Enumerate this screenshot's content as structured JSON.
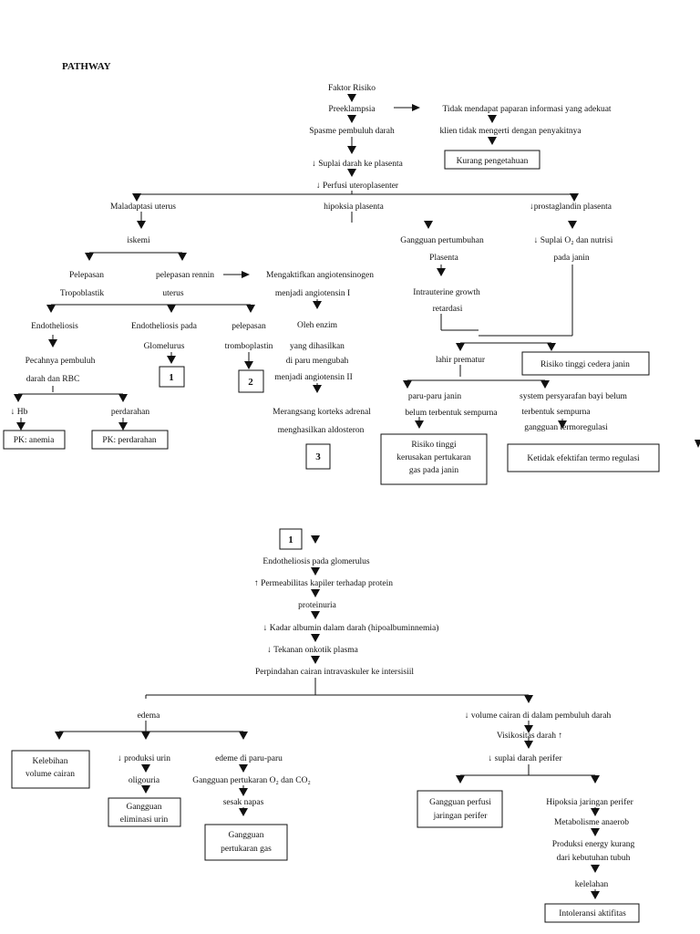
{
  "title": "PATHWAY",
  "nodes": {
    "n1": "Faktor Risiko",
    "n2": "Preeklampsia",
    "n3": "Tidak mendapat paparan informasi yang adekuat",
    "n4": "klien tidak mengerti dengan penyakitnya",
    "n5": "Kurang pengetahuan",
    "n6": "Spasme pembuluh darah",
    "n7": "↓ Suplai darah ke plasenta",
    "n8": "↓ Perfusi uteroplasenter",
    "n9": "Maladaptasi uterus",
    "n10": "hipoksia plasenta",
    "n11": "↓prostaglandin plasenta",
    "n12": "iskemi",
    "n13a": "Pelepasan",
    "n13b": "Tropoblastik",
    "n14a": "pelepasan rennin",
    "n14b": "uterus",
    "n15a": "Mengaktifkan angiotensinogen",
    "n15b": "menjadi angiotensin I",
    "n16": "Endotheliosis",
    "n17a": "Endotheliosis pada",
    "n17b": "Glomelurus",
    "n18a": "pelepasan",
    "n18b": "tromboplastin",
    "n19a": "Oleh enzim",
    "n19b": "yang dihasilkan",
    "n19c": "di paru mengubah",
    "n19d": "menjadi angiotensin II",
    "n20a": "Pecahnya pembuluh",
    "n20b": "darah dan RBC",
    "n21": "↓ Hb",
    "n22": "perdarahan",
    "n23": "PK: anemia",
    "n24": "PK: perdarahan",
    "n25a": "Merangsang korteks adrenal",
    "n25b": "menghasilkan aldosteron",
    "n26a": "Gangguan pertumbuhan",
    "n26b": "Plasenta",
    "n27a": "Intrauterine growth",
    "n27b": "retardasi",
    "n28a": "↓ Suplai O₂  dan nutrisi",
    "n28b": "pada janin",
    "n29": "lahir prematur",
    "n30": "Risiko tinggi cedera janin",
    "n31a": "paru-paru janin",
    "n31b": "belum terbentuk sempurna",
    "n32a": "system persyarafan bayi belum",
    "n32b": "terbentuk sempurna",
    "n32c": "gangguan termoregulasi",
    "n33a": "Risiko tinggi",
    "n33b": "kerusakan pertukaran",
    "n33c": "gas pada janin",
    "n34": "Ketidak efektifan termo regulasi",
    "c1": "1",
    "c2": "2",
    "c3": "3",
    "c1b": "1",
    "m1": "Endotheliosis pada glomerulus",
    "m2": "↑ Permeabilitas kapiler terhadap protein",
    "m3": "proteinuria",
    "m4": "↓ Kadar albumin dalam darah (hipoalbuminnemia)",
    "m5": "↓ Tekanan onkotik plasma",
    "m6": "Perpindahan  cairan intravaskuler ke intersisiil",
    "m7": "edema",
    "m8": "↓ volume cairan di dalam pembuluh darah",
    "m9a": "Kelebihan",
    "m9b": "volume cairan",
    "m10": "↓ produksi urin",
    "m11": "oligouria",
    "m12a": "Gangguan",
    "m12b": "eliminasi urin",
    "m13": "edeme di paru-paru",
    "m14": "Gangguan pertukaran O₂ dan CO₂",
    "m15": "sesak napas",
    "m16a": "Gangguan",
    "m16b": "pertukaran gas",
    "m17": "Visikositas darah ↑",
    "m18": "↓ suplai darah perifer",
    "m19a": "Gangguan perfusi",
    "m19b": "jaringan perifer",
    "m20": "Hipoksia jaringan perifer",
    "m21": "Metabolisme anaerob",
    "m22a": "Produksi energy kurang",
    "m22b": "dari kebutuhan tubuh",
    "m23": "kelelahan",
    "m24": "Intoleransi aktifitas"
  }
}
